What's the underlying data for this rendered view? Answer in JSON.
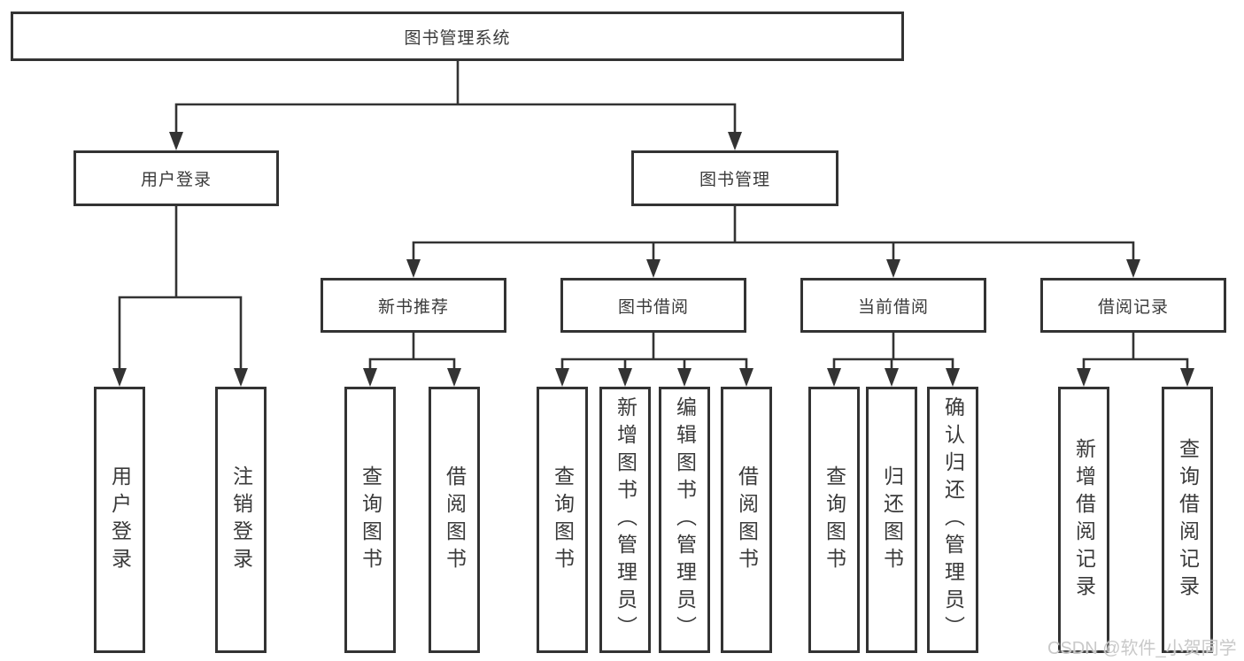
{
  "diagram": {
    "root": {
      "label": "图书管理系统"
    },
    "level2": {
      "user_login": {
        "label": "用户登录"
      },
      "book_management": {
        "label": "图书管理"
      }
    },
    "level3": {
      "new_book_recommend": {
        "label": "新书推荐"
      },
      "book_borrowing": {
        "label": "图书借阅"
      },
      "current_borrowing": {
        "label": "当前借阅"
      },
      "borrowing_records": {
        "label": "借阅记录"
      }
    },
    "leaves": {
      "user_login": {
        "label": "用户登录"
      },
      "logout": {
        "label": "注销登录"
      },
      "query_books_1": {
        "label": "查询图书"
      },
      "borrow_books_1": {
        "label": "借阅图书"
      },
      "query_books_2": {
        "label": "查询图书"
      },
      "add_books_admin": {
        "label": "新增图书（管理员）"
      },
      "edit_books_admin": {
        "label": "编辑图书（管理员）"
      },
      "borrow_books_2": {
        "label": "借阅图书"
      },
      "query_books_3": {
        "label": "查询图书"
      },
      "return_books": {
        "label": "归还图书"
      },
      "confirm_return_admin": {
        "label": "确认归还（管理员）"
      },
      "add_borrow_record": {
        "label": "新增借阅记录"
      },
      "query_borrow_record": {
        "label": "查询借阅记录"
      }
    },
    "watermark": "CSDN @软件_小贺同学",
    "colors": {
      "line": "#333333",
      "text": "#3a3a3a",
      "watermark": "#c9c9c9",
      "background": "#ffffff"
    }
  }
}
